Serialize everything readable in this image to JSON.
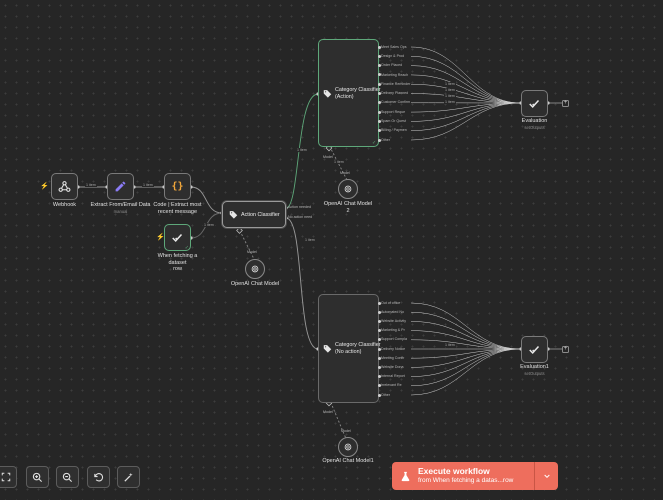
{
  "nodes": {
    "webhook": {
      "label": "Webhook"
    },
    "extract": {
      "label": "Extract From/Email Data",
      "sub": "manual"
    },
    "code": {
      "label": "Code | Extract most\nrecent message"
    },
    "dataset": {
      "label": "When fetching a dataset\nrow"
    },
    "action": {
      "label": "Action Classifier",
      "out1": "Action needed",
      "out2": "No action need"
    },
    "openai1": {
      "label": "OpenAI Chat Model",
      "port": "Model"
    },
    "catAction": {
      "label": "Category Classifier\n(Action)",
      "port": "Model"
    },
    "openai2": {
      "label": "OpenAI Chat Model\n2",
      "port": "Model"
    },
    "eval1": {
      "label": "Evaluation",
      "sub": "setOutputs"
    },
    "catNoAction": {
      "label": "Category Classifier\n(No action)",
      "port": "Model"
    },
    "openai3": {
      "label": "OpenAI Chat Model1",
      "port": "Model"
    },
    "eval2": {
      "label": "Evaluation1",
      "sub": "setOutputs"
    }
  },
  "edges": {
    "e1": "1 item",
    "e2": "1 item",
    "e3": "1 item",
    "e4": "1 item",
    "e5": "1 item",
    "e6": "1 item",
    "fanout1": [
      "1 item",
      "1 item",
      "1 item",
      "1 item"
    ],
    "fanout2": [
      "1 item"
    ]
  },
  "catActionPorts": [
    "Meet Sales Ops",
    "Design & Prod",
    "Order Placed",
    "Marketing Reach",
    "Finance Reminder",
    "Delivery Planned",
    "Customer Confirm",
    "Support Reque",
    "Spam Or Quest",
    "Billing / Paymen",
    "Other"
  ],
  "catNoActionPorts": [
    "Out of office",
    "Automated No",
    "Website Activity",
    "Marketing & Pr",
    "Support Compla",
    "Delivery Notice",
    "Meeting Confir",
    "Website Dona",
    "Internal Report",
    "Irrelevant Re",
    "Other"
  ],
  "toolbar": {
    "fit": "fit-view",
    "zoomIn": "zoom-in",
    "zoomOut": "zoom-out",
    "reset": "reset-zoom",
    "tidy": "tidy-up"
  },
  "execute": {
    "title": "Execute workflow",
    "subtitle": "from When fetching a datas...row"
  },
  "colors": {
    "background": "#262626",
    "accent": "#ee6e5d",
    "success": "#5ea87a",
    "trigger": "#ef6b55",
    "pen": "#8b7cf6",
    "code": "#f3a83b"
  }
}
